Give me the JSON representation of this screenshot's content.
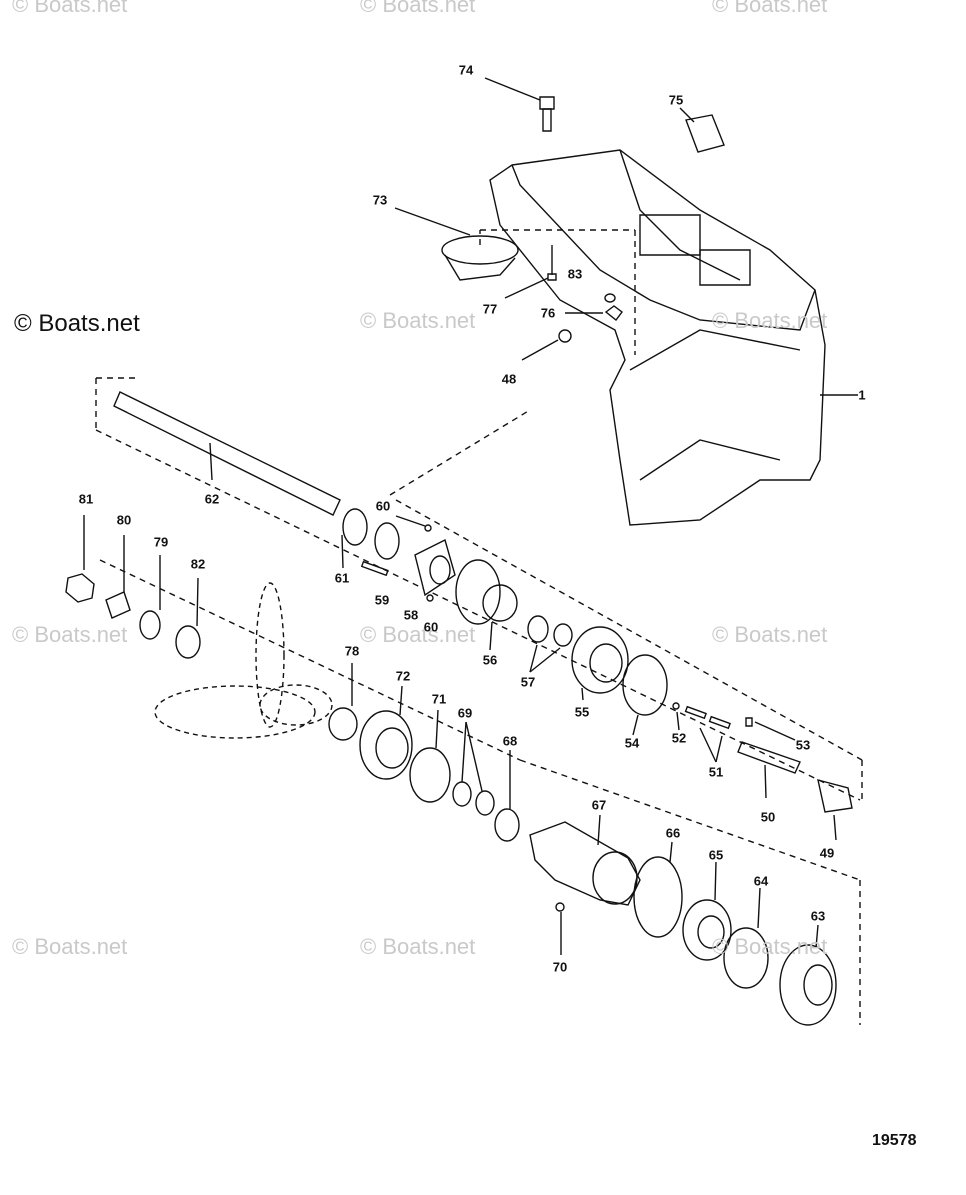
{
  "watermark_text": "© Boats.net",
  "figure_number": "19578",
  "part_labels": [
    "74",
    "75",
    "73",
    "83",
    "77",
    "76",
    "48",
    "1",
    "62",
    "60",
    "61",
    "59",
    "58",
    "60",
    "81",
    "80",
    "79",
    "82",
    "56",
    "57",
    "55",
    "54",
    "52",
    "53",
    "51",
    "50",
    "49",
    "78",
    "72",
    "71",
    "69",
    "68",
    "67",
    "66",
    "65",
    "64",
    "63",
    "70"
  ]
}
